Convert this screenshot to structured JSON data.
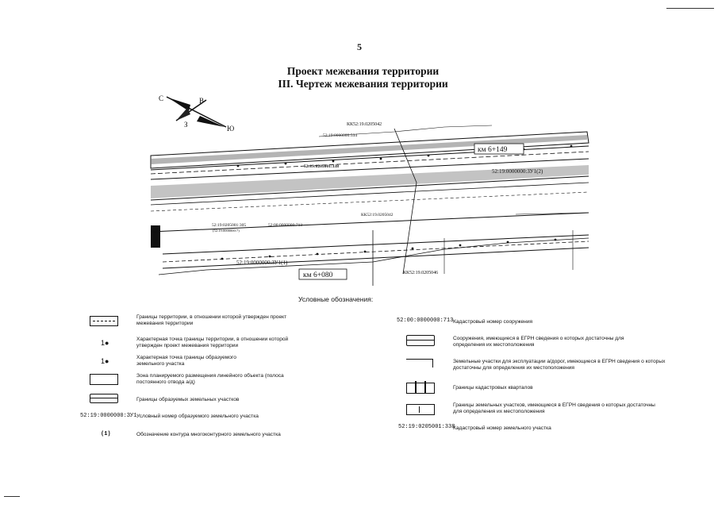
{
  "page_number": "5",
  "title_line1": "Проект межевания территории",
  "title_line2": "III. Чертеж межевания территории",
  "compass": {
    "c": "С",
    "v": "В",
    "z": "З",
    "yu": "Ю"
  },
  "map_labels": {
    "kk_top": "КК52:19.0205042",
    "parcel_534": "52:19:0000000:534",
    "parcel_338": "52:19:0205001:338",
    "km_149": "км 6+149",
    "zu2": "52:19:0000000:ЗУ1(2)",
    "parcel_305": "52:19:0205001:305",
    "parcel_713": "52:00:0000000:713",
    "parcel_mid": "(52:19:0000000:7)",
    "kk_mid": "КК52:19.0205042",
    "zu1": "52:19:0000000:ЗУ1(1)",
    "km_080": "км 6+080",
    "kk_bottom": "КК52:19.0205046"
  },
  "legend": {
    "title": "Условные обозначения:",
    "left": [
      {
        "text": "Границы территории, в отношении которой утвержден проект межевания территории"
      },
      {
        "text": "Характерная точка границы территории, в отношении которой утвержден проект межевания территории"
      },
      {
        "text": "Характерная точка границы образуемого земельного участка"
      },
      {
        "text": "Зона планируемого размещения линейного объекта (полоса постоянного отвода а/д)"
      },
      {
        "text": "Границы образуемых земельных участков"
      },
      {
        "code": "52:19:0000000:ЗУ1",
        "text": "Условный номер образуемого земельного участка"
      },
      {
        "code": "(1)",
        "text": "Обозначение контура многоконтурного земельного участка"
      }
    ],
    "right": [
      {
        "code": "52:00:0000000:713",
        "text": "Кадастровый номер сооружения"
      },
      {
        "text": "Сооружения, имеющиеся в ЕГРН сведения о которых достаточны для определения их местоположения"
      },
      {
        "text": "Земельные участки для эксплуатации а/дорог, имеющиеся в ЕГРН сведения о которых достаточны для определения их местоположения"
      },
      {
        "text": "Границы кадастровых кварталов"
      },
      {
        "text": "Границы земельных участков, имеющиеся в ЕГРН сведения о которых достаточны для определения их местоположения"
      },
      {
        "code": "52:19:0205001:338",
        "text": "Кадастровый номер земельного участка"
      }
    ]
  }
}
